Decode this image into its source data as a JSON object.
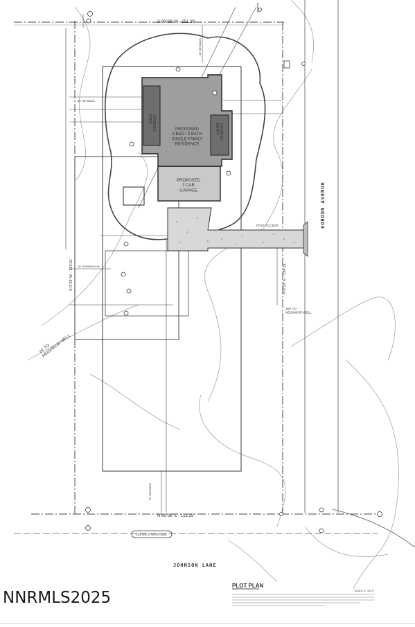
{
  "streets": {
    "east": "GORDON AVENUE",
    "south": "JOHNSON LANE"
  },
  "bearings": {
    "north": "S 89°36' W - 151.29'",
    "west": "S 0°29' W - 134.51'",
    "east": "N 0°29' E - 134.51'",
    "south": "N 89°36' E - 151.29'"
  },
  "buildings": {
    "residence": "PROPOSED\n3 BED / 3 BATH\nSINGLE FAMILY\nRESIDENCE",
    "garage": "PROPOSED\n3 CAR\nGARAGE",
    "patio": "COVERED\nPATIO",
    "entry": "COVERED\nENTRY"
  },
  "notes": {
    "neighbor_well_west": "24' TO\nNEIGHBOR WELL",
    "neighbor_well_east": "150' TO\nNEIGHBOR WELL",
    "post_access": "POST ACCESS",
    "existing_meter": "EXISTING 6\" WATER MAIN",
    "setback_front": "30' SETBACK",
    "setback_rear": "30' SETBACK",
    "setback_side": "15' SETBACK",
    "separation": "10' SEPARATION"
  },
  "title_block": {
    "title": "PLOT PLAN",
    "scale": "SCALE: 1\"=30'-0\""
  },
  "watermark": "NNRMLS2025"
}
